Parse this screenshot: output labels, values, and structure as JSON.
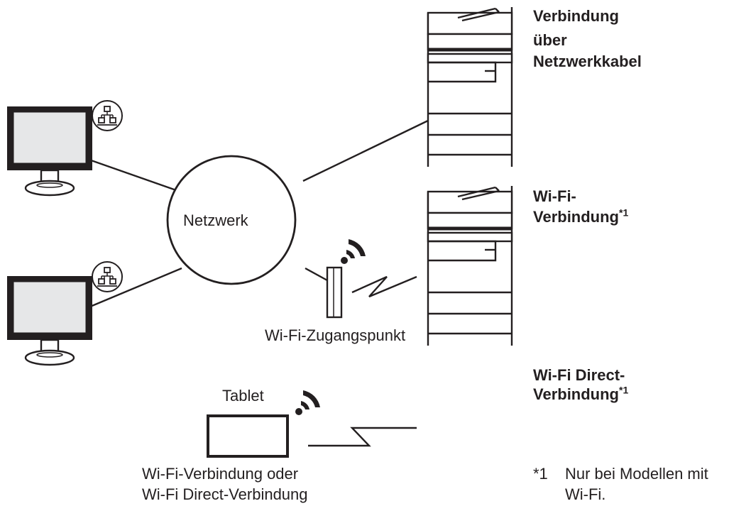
{
  "network": {
    "label": "Netzwerk"
  },
  "access_point": {
    "label": "Wi-Fi-Zugangspunkt"
  },
  "tablet": {
    "label": "Tablet",
    "connection_line1": "Wi-Fi-Verbindung oder",
    "connection_line2": "Wi-Fi Direct-Verbindung"
  },
  "printers": [
    {
      "label_lines": [
        "Verbindung",
        "über",
        "Netzwerkkabel"
      ]
    },
    {
      "label_lines": [
        "Wi-Fi-",
        "Verbindung"
      ],
      "footnote_mark": "*1"
    },
    {
      "label_lines": [
        "Wi-Fi Direct-",
        "Verbindung"
      ],
      "footnote_mark": "*1"
    }
  ],
  "footnote": {
    "mark": "*1",
    "line1": "Nur bei Modellen mit",
    "line2": "Wi-Fi."
  },
  "icons": [
    "computer-icon",
    "network-port-icon",
    "printer-icon",
    "wifi-signal-icon",
    "access-point-icon",
    "tablet-icon"
  ],
  "colors": {
    "line": "#231f20",
    "screen": "#e6e7e8",
    "monitor": "#231f20",
    "panel": "#ffffff"
  }
}
